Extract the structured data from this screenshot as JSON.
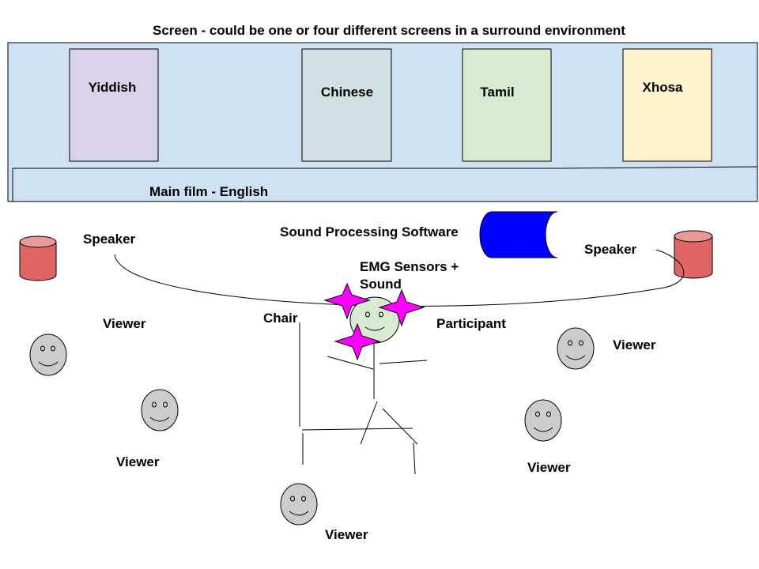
{
  "screen": {
    "caption": "Screen - could be one or four different screens in a surround environment",
    "main_film_label": "Main film - English",
    "fill": "#cfe2f3"
  },
  "language_panels": [
    {
      "label": "Yiddish",
      "fill": "#d9d2e9"
    },
    {
      "label": "Chinese",
      "fill": "#d0e0e3"
    },
    {
      "label": "Tamil",
      "fill": "#d9ead3"
    },
    {
      "label": "Xhosa",
      "fill": "#fff2cc"
    }
  ],
  "setup": {
    "speaker_left_label": "Speaker",
    "speaker_right_label": "Speaker",
    "software_label": "Sound Processing Software",
    "sensors_label_line1": "EMG Sensors +",
    "sensors_label_line2": "Sound",
    "chair_label": "Chair",
    "participant_label": "Participant"
  },
  "viewers": [
    {
      "label": "Viewer"
    },
    {
      "label": "Viewer"
    },
    {
      "label": "Viewer"
    },
    {
      "label": "Viewer"
    },
    {
      "label": "Viewer"
    }
  ],
  "colors": {
    "speaker": "#e06666",
    "speaker_top": "#ea9999",
    "software": "#0000ff",
    "sensor_star": "#ff00ff",
    "participant_face": "#d9ead3",
    "viewer_face": "#cccccc",
    "outline": "#000000"
  },
  "icons": {
    "speaker": "cylinder-icon",
    "software": "database-cylinder-icon",
    "sensor": "four-point-star-icon",
    "face": "smiley-face-icon"
  }
}
